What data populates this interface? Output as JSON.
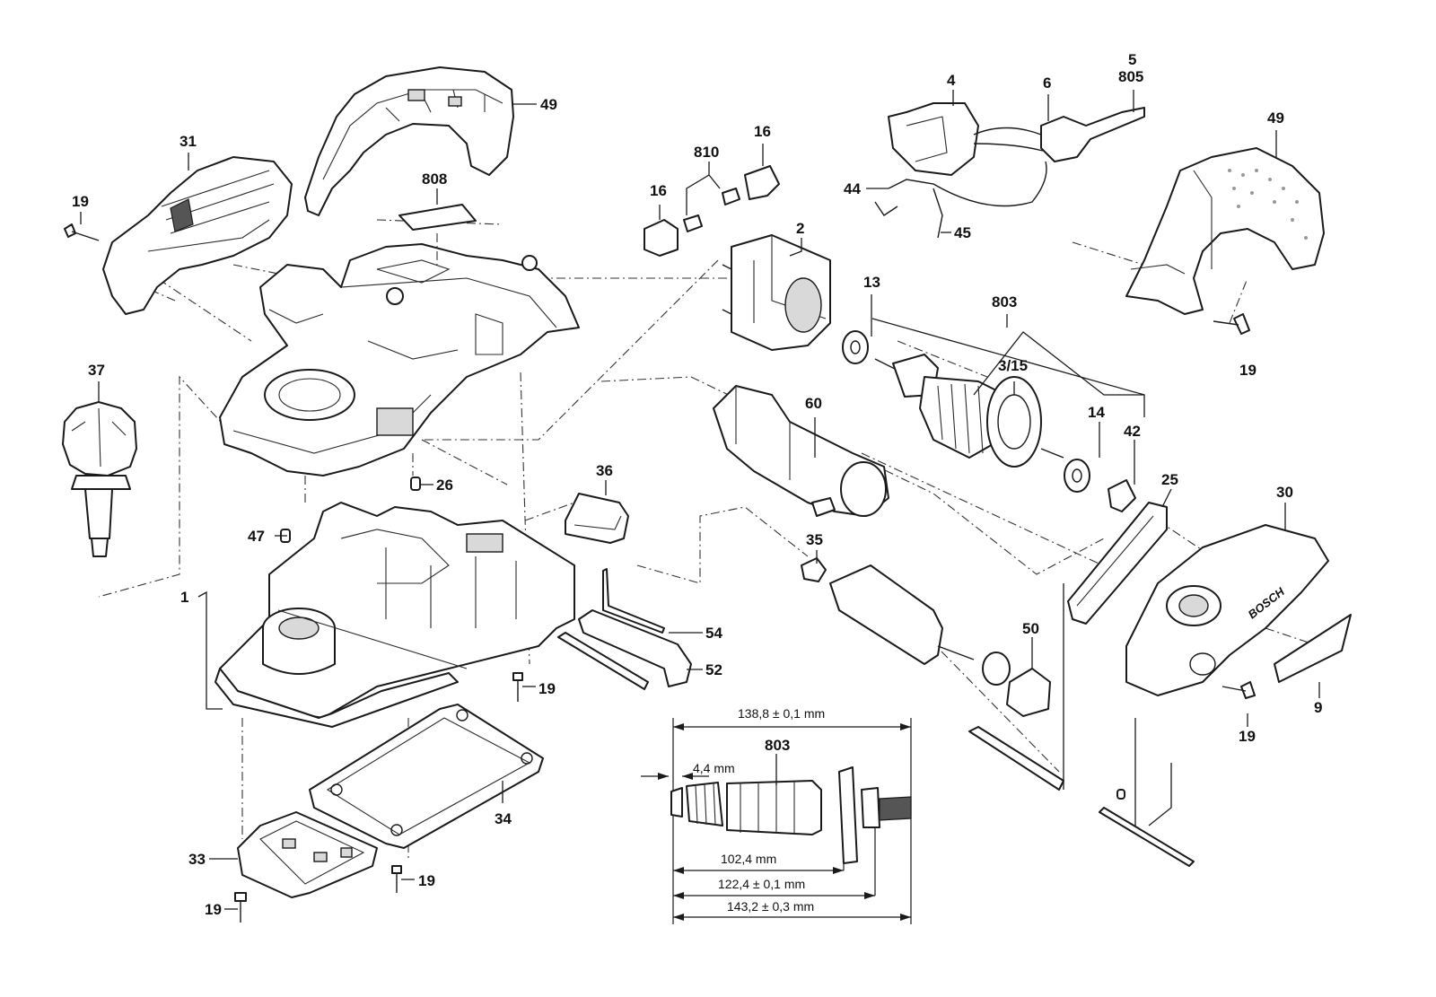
{
  "brand_text": "BOSCH",
  "callouts": {
    "c4": "4",
    "c5": "5",
    "c805": "805",
    "c6": "6",
    "c49a": "49",
    "c31": "31",
    "c19a": "19",
    "c808": "808",
    "c810": "810",
    "c16a": "16",
    "c16b": "16",
    "c44": "44",
    "c45": "45",
    "c49b": "49",
    "c2": "2",
    "c13": "13",
    "c803a": "803",
    "c37": "37",
    "c315": "3/15",
    "c19b": "19",
    "c60": "60",
    "c14": "14",
    "c42": "42",
    "c26": "26",
    "c36": "36",
    "c25": "25",
    "c30": "30",
    "c47": "47",
    "c35": "35",
    "c1": "1",
    "c54": "54",
    "c50": "50",
    "c52": "52",
    "c9": "9",
    "c19c": "19",
    "c19d": "19",
    "c803b": "803",
    "c34": "34",
    "c33": "33",
    "c19e": "19",
    "c19f": "19"
  },
  "dimensions": {
    "d1388": "138,8 ± 0,1 mm",
    "d44": "4,4 mm",
    "d1024": "102,4 mm",
    "d1224": "122,4 ± 0,1 mm",
    "d1432": "143,2 ± 0,3 mm"
  }
}
